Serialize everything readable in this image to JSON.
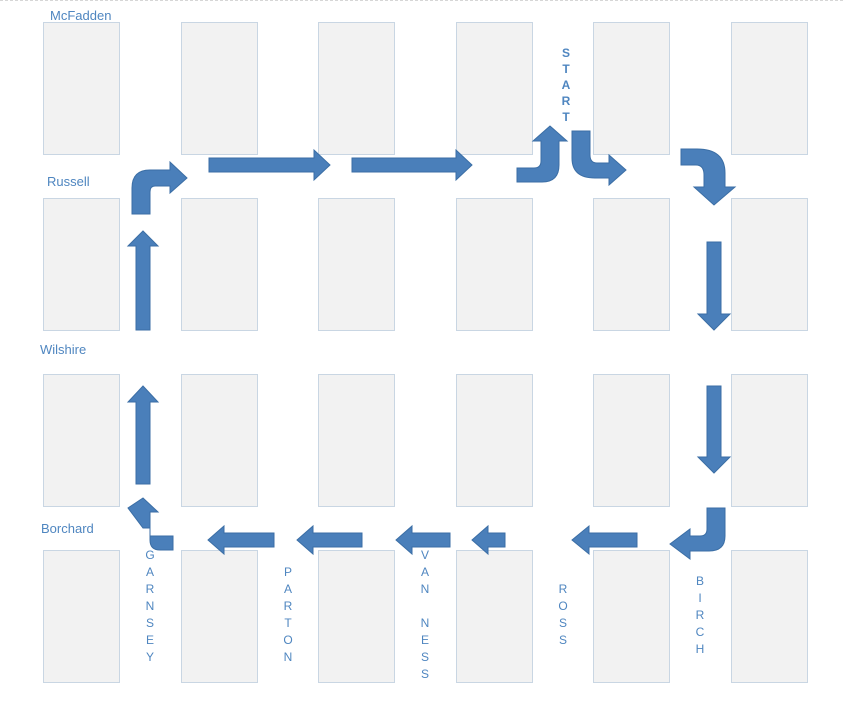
{
  "streets": {
    "mcfadden": "McFadden",
    "russell": "Russell",
    "wilshire": "Wilshire",
    "borchard": "Borchard"
  },
  "cross_streets": {
    "start": "S\nT\nA\nR\nT",
    "garnsey": "G\nA\nR\nN\nS\nE\nY",
    "parton": "P\nA\nR\nT\nO\nN",
    "van_ness": "V\nA\nN\n\nN\nE\nS\nS",
    "ross": "R\nO\nS\nS",
    "birch": "B\nI\nR\nC\nH"
  },
  "colors": {
    "arrow": "#4a7fba",
    "arrow_outline": "#3b6ea5",
    "label": "#4f86c0",
    "block_fill": "#f2f2f2",
    "block_border": "#c9d6e3"
  }
}
